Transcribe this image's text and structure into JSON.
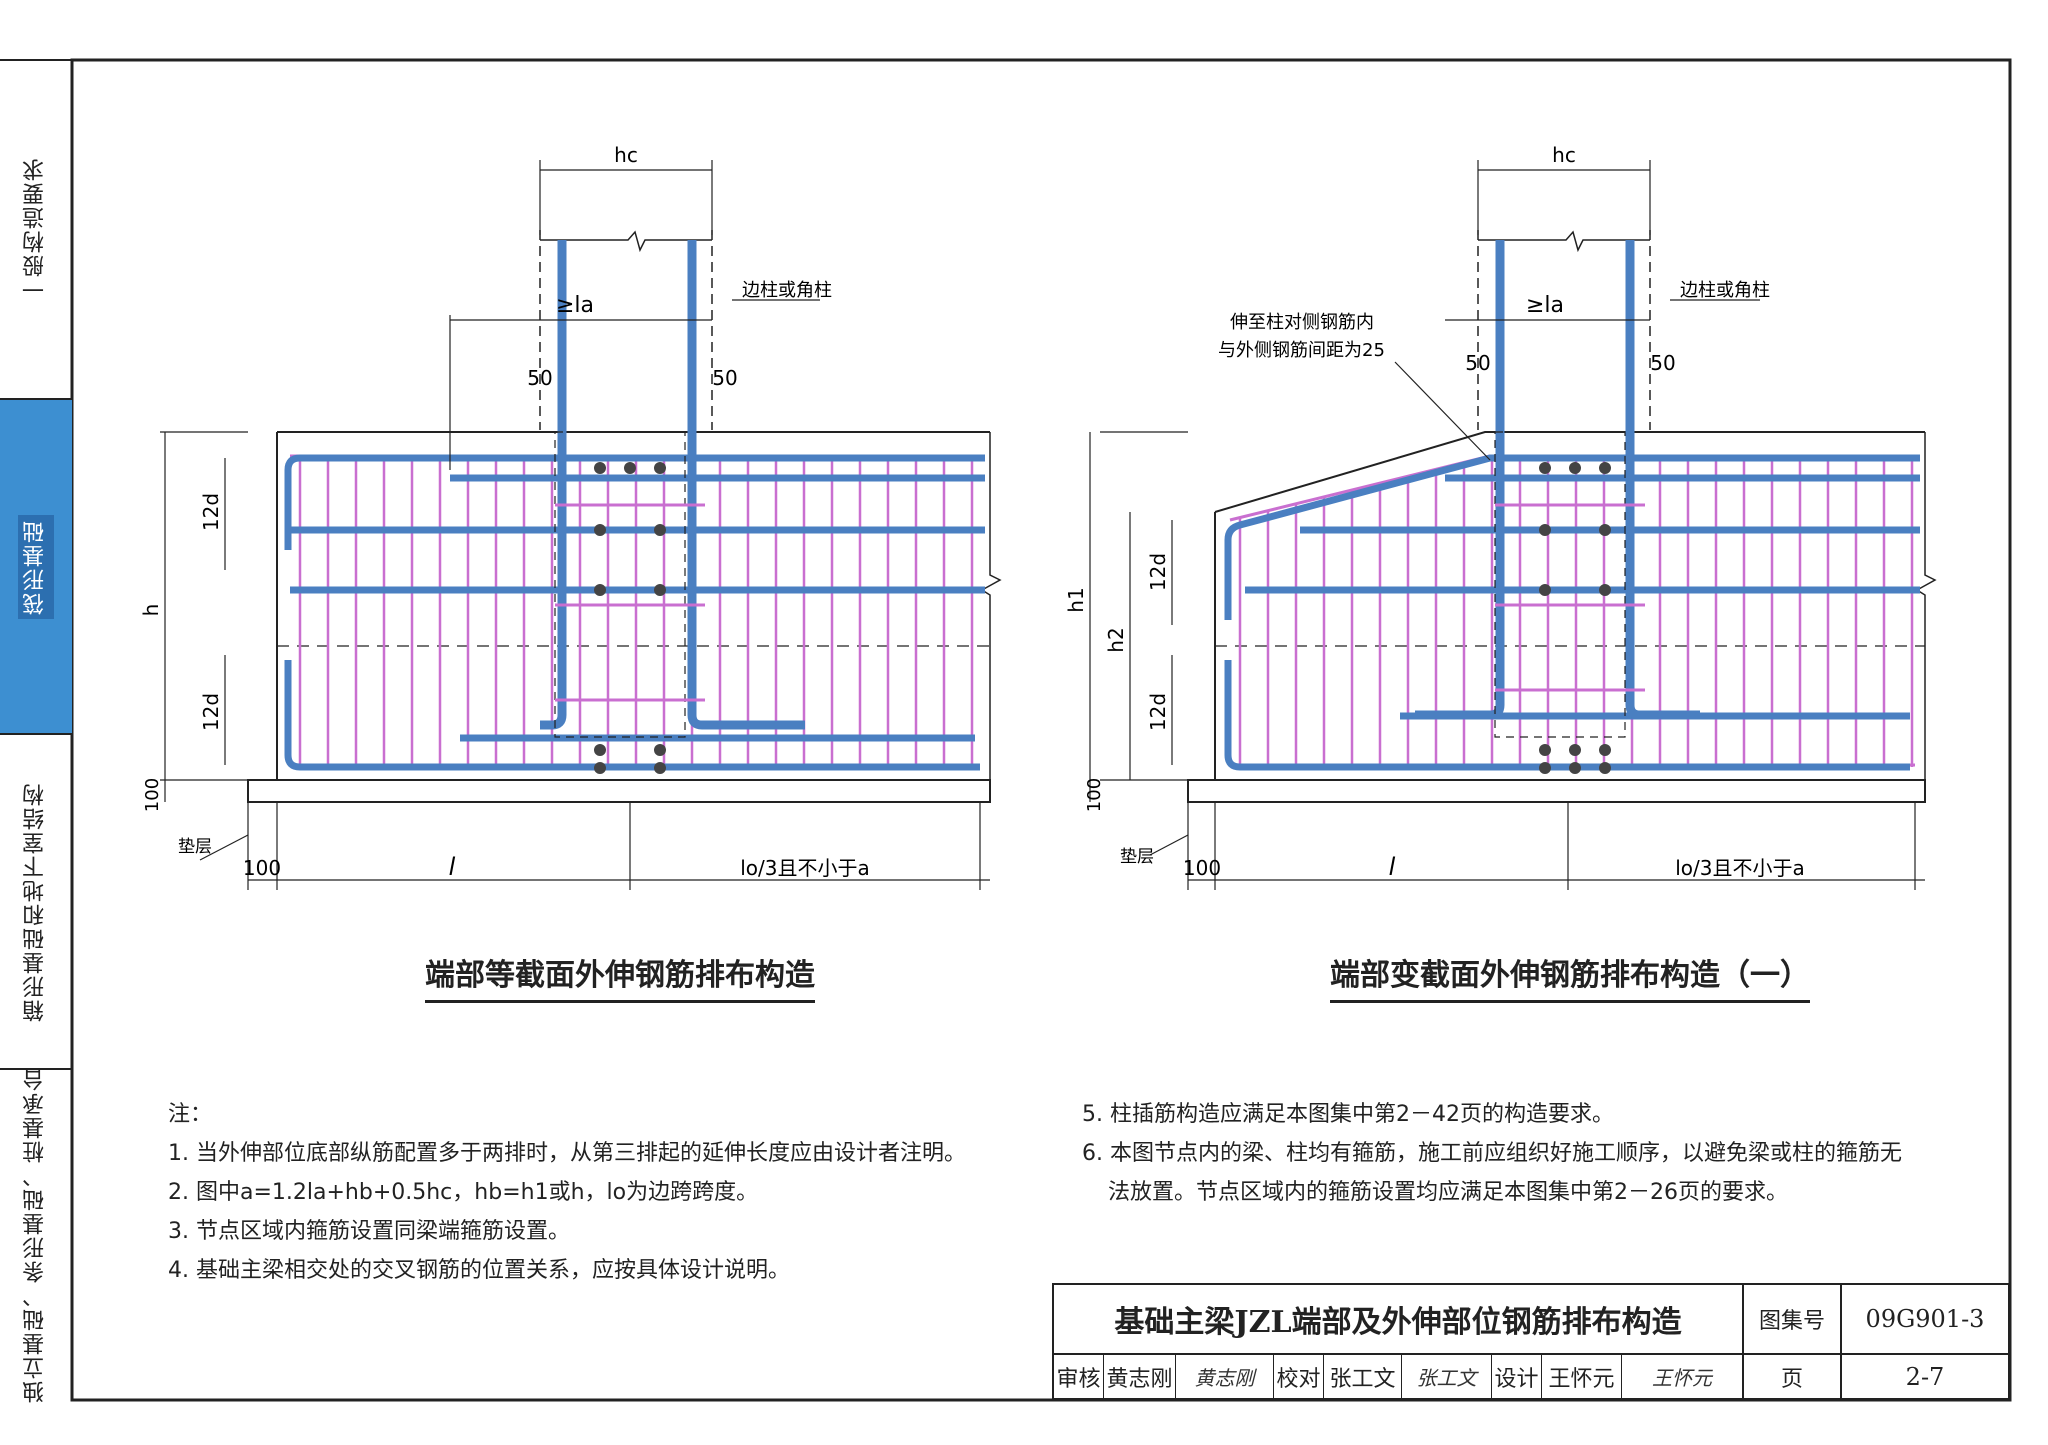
{
  "sidebar": {
    "tabs": [
      {
        "label": "一般构造要求",
        "active": false
      },
      {
        "label": "筏形基础",
        "active": true
      },
      {
        "label": "箱形基础和地下室结构",
        "active": false
      },
      {
        "label": "独立基础、条形基础、桩基承台",
        "active": false
      }
    ]
  },
  "diagram_left": {
    "caption": "端部等截面外伸钢筋排布构造",
    "dim_hc": "hc",
    "dim_la": "≥la",
    "label_column": "边柱或角柱",
    "dim_50_left": "50",
    "dim_50_right": "50",
    "dim_12d_top": "12d",
    "dim_12d_bottom": "12d",
    "dim_h": "h",
    "dim_100_v": "100",
    "label_cushion": "垫层",
    "dim_100_h": "100",
    "dim_l": "l",
    "dim_lo": "lo/3且不小于a"
  },
  "diagram_right": {
    "caption": "端部变截面外伸钢筋排布构造（一）",
    "dim_hc": "hc",
    "dim_la": "≥la",
    "label_column": "边柱或角柱",
    "note_line1": "伸至柱对侧钢筋内",
    "note_line2": "与外侧钢筋间距为25",
    "dim_50_left": "50",
    "dim_50_right": "50",
    "dim_12d_top": "12d",
    "dim_12d_bottom": "12d",
    "dim_h1": "h1",
    "dim_h2": "h2",
    "dim_100_v": "100",
    "label_cushion": "垫层",
    "dim_100_h": "100",
    "dim_l": "l",
    "dim_lo": "lo/3且不小于a"
  },
  "notes_left": {
    "heading": "注：",
    "items": [
      "1. 当外伸部位底部纵筋配置多于两排时，从第三排起的延伸长度应由设计者注明。",
      "2. 图中a=1.2la+hb+0.5hc，hb=h1或h，lo为边跨跨度。",
      "3. 节点区域内箍筋设置同梁端箍筋设置。",
      "4. 基础主梁相交处的交叉钢筋的位置关系，应按具体设计说明。"
    ]
  },
  "notes_right": {
    "items": [
      "5. 柱插筋构造应满足本图集中第2－42页的构造要求。",
      "6. 本图节点内的梁、柱均有箍筋，施工前应组织好施工顺序，以避免梁或柱的箍筋无",
      "法放置。节点区域内的箍筋设置均应满足本图集中第2－26页的要求。"
    ]
  },
  "title_block": {
    "title": "基础主梁JZL端部及外伸部位钢筋排布构造",
    "atlas_label": "图集号",
    "atlas_no": "09G901-3",
    "review_label": "审核",
    "review_name": "黄志刚",
    "review_sig": "黄志刚",
    "check_label": "校对",
    "check_name": "张工文",
    "check_sig": "张工文",
    "design_label": "设计",
    "design_name": "王怀元",
    "design_sig": "王怀元",
    "page_label": "页",
    "page_no": "2-7"
  },
  "colors": {
    "rebar_blue": "#4a7fc1",
    "stirrup_pink": "#c96fd0",
    "line": "#222222",
    "tab_active": "#3d8fd1"
  }
}
